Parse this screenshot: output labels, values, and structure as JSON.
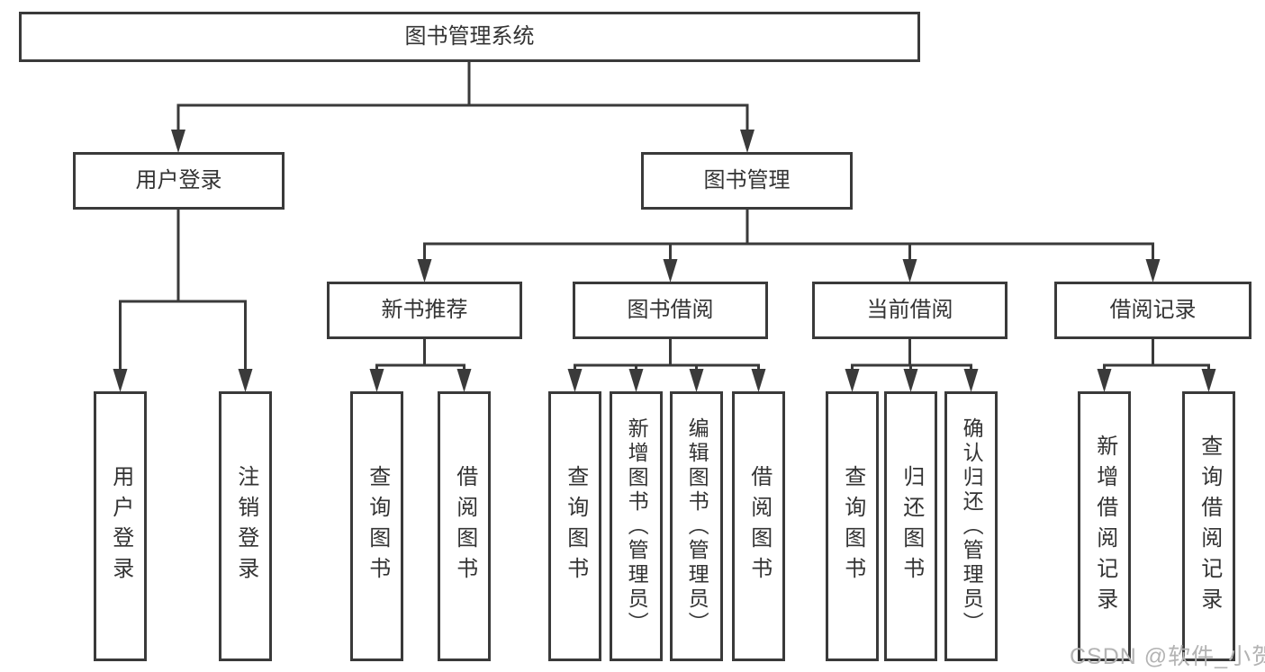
{
  "diagram": {
    "root": "图书管理系统",
    "level2": {
      "user_login": "用户登录",
      "book_mgmt": "图书管理"
    },
    "level3": {
      "new_book_rec": "新书推荐",
      "book_borrow": "图书借阅",
      "current_borrow": "当前借阅",
      "borrow_record": "借阅记录"
    },
    "leaves": {
      "login": "用户登录",
      "logout": "注销登录",
      "rec_query": "查询图书",
      "rec_borrow": "借阅图书",
      "bb_query": "查询图书",
      "bb_add": "新增图书（管理员）",
      "bb_edit": "编辑图书（管理员）",
      "bb_borrow": "借阅图书",
      "cb_query": "查询图书",
      "cb_return": "归还图书",
      "cb_confirm": "确认归还（管理员）",
      "br_add": "新增借阅记录",
      "br_query": "查询借阅记录"
    }
  },
  "watermark": "CSDN @软件_小贺同学",
  "colors": {
    "line": "#3a3a3a",
    "box_border": "#3a3a3a",
    "text": "#333333",
    "watermark": "#b3b3b3",
    "background": "#ffffff"
  }
}
